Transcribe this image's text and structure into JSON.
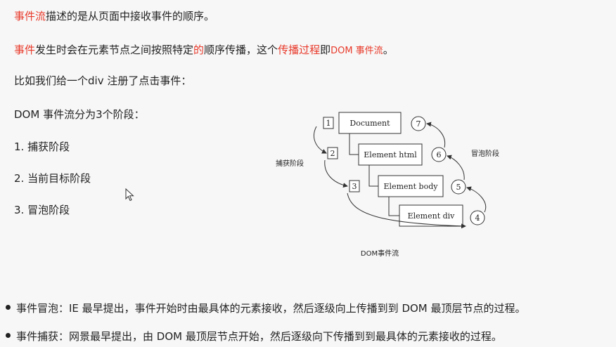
{
  "text": {
    "line1_red": "事件流",
    "line1_rest": "描述的是从页面中接收事件的顺序。",
    "line2_red1": "事件",
    "line2_mid1": "发生时会在元素节点之间按照特定",
    "line2_red2": "的",
    "line2_mid2": "顺序传播，这个",
    "line2_red3": "传播过程",
    "line2_mid3": "即",
    "line2_red4": "DOM 事件流",
    "line2_end": "。",
    "line3": "比如我们给一个div 注册了点击事件：",
    "line4": "DOM 事件流分为3个阶段：",
    "phase1": "1. 捕获阶段",
    "phase2": "2. 当前目标阶段",
    "phase3": "3. 冒泡阶段",
    "bullet1": "事件冒泡：IE 最早提出，事件开始时由最具体的元素接收，然后逐级向上传播到到 DOM 最顶层节点的过程。",
    "bullet2": "事件捕获：网景最早提出，由 DOM 最顶层节点开始，然后逐级向下传播到到最具体的元素接收的过程。"
  },
  "diagram": {
    "boxes": [
      "Document",
      "Element html",
      "Element body",
      "Element div"
    ],
    "capture_steps": [
      "1",
      "2",
      "3"
    ],
    "bubble_steps": [
      "4",
      "5",
      "6",
      "7"
    ],
    "capture_label": "捕获阶段",
    "bubble_label": "冒泡阶段",
    "caption": "DOM事件流"
  },
  "colors": {
    "accent": "#e8392a",
    "text": "#222222",
    "background": "#f7f7f7"
  }
}
